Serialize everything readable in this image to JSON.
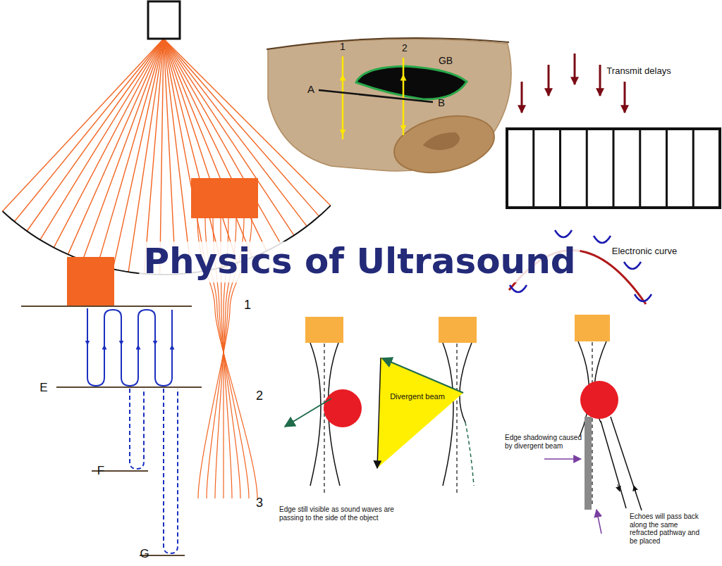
{
  "diagram": {
    "title": "Physics of Ultrasound",
    "nodes": [
      {
        "text": [
          "Divergent beam"
        ]
      }
    ],
    "labels": [
      "1",
      "2",
      "GB",
      "A",
      "B",
      "Transmit delays",
      "Electronic curve",
      "1",
      "2",
      "3",
      "E",
      "F",
      "G",
      "Edge still visible as sound waves are passing to the side of the object",
      "Edge shadowing caused by divergent beam",
      "Echoes will pass back along the same refracted pathway and be placed"
    ]
  }
}
